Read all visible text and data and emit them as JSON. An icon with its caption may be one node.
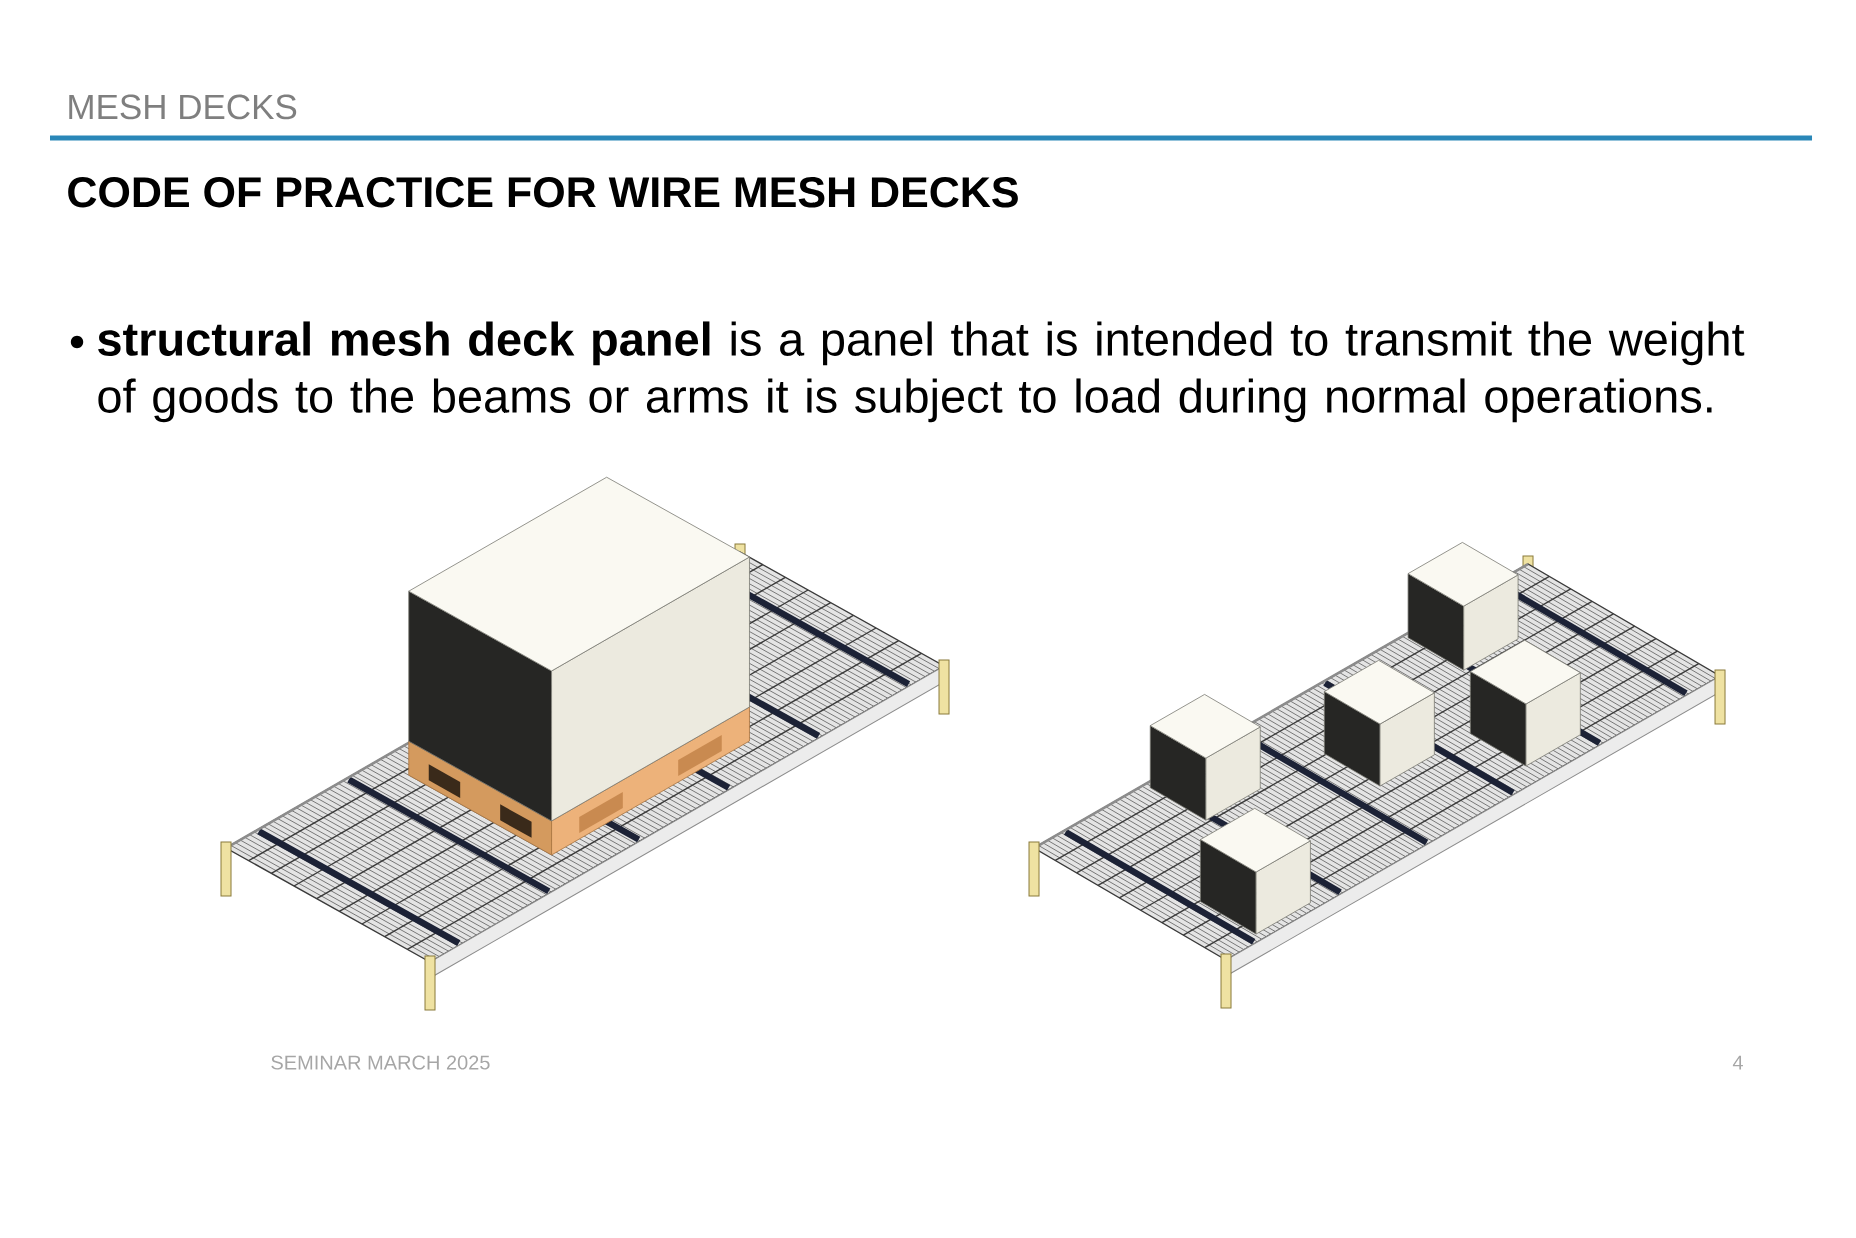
{
  "diagram": {
    "title": "CODE OF PRACTICE FOR WIRE MESH DECKS",
    "labels": [
      "MESH DECKS",
      "**structural mesh deck panel** is a panel that is intended to transmit the weight of goods to the beams or arms it is subject to load during normal operations.",
      "SEMINAR MARCH 2025",
      "4"
    ]
  }
}
